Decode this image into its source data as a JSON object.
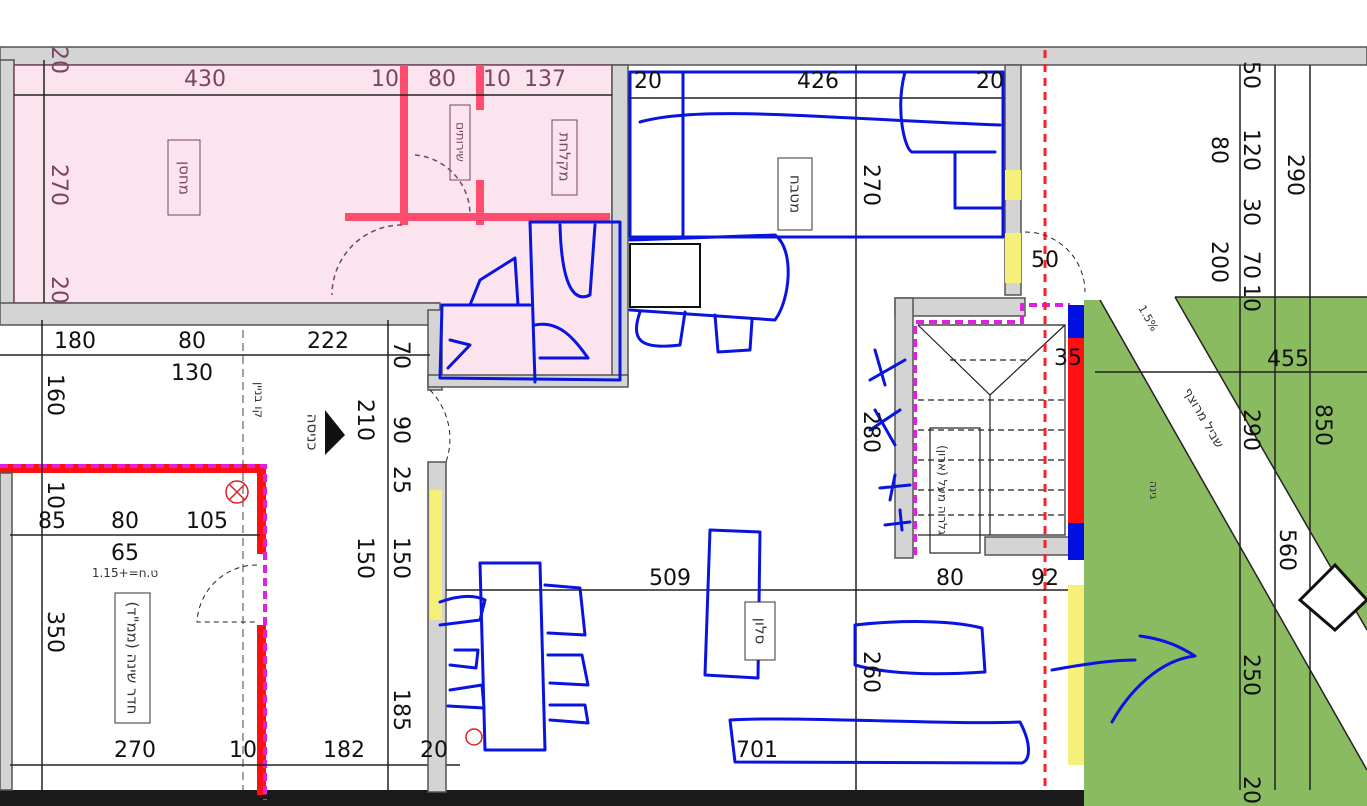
{
  "colors": {
    "pink_room": "#fce4ee",
    "green_yard": "#8bbb60",
    "red_wall": "#ff1a1a",
    "blue_sketch": "#0a14e0",
    "wall_gray": "#d4d4d4",
    "magenta_dash": "#e020e0",
    "yellow_window": "#f5f07a"
  },
  "rooms": {
    "room_top_left": "מחסן",
    "toilet": "שירותים",
    "shower": "מקלחת",
    "kitchen": "מטבח",
    "living": "סלון",
    "entrance": "כניסה",
    "bedroom": "חדר שינה (ממ\"ד)",
    "bedroom_level": "ט.ח=+1.15",
    "gallery": "גלריה מעל (ארון)",
    "yard": "גינה",
    "path": "שביל מרוצף",
    "slope": "1.5%",
    "dashed_note": "קו בניין"
  },
  "dimensions": {
    "top": [
      "430",
      "10",
      "80",
      "10",
      "137",
      "20",
      "426",
      "20"
    ],
    "left_270": "270",
    "left_20a": "20",
    "left_20b": "20",
    "row2": [
      "180",
      "80",
      "222",
      "130",
      "70"
    ],
    "left_160": "160",
    "mid_col": [
      "210",
      "90",
      "25",
      "150",
      "150",
      "185"
    ],
    "bed_row": [
      "10",
      "85",
      "80",
      "105",
      "65"
    ],
    "bed_350": "350",
    "bottom": [
      "270",
      "10",
      "182",
      "20",
      "701"
    ],
    "kitchen_270": "270",
    "stairs": [
      "50",
      "35",
      "280",
      "80",
      "92"
    ],
    "living_509": "509",
    "living_260": "260",
    "right_col": [
      "50",
      "80",
      "120",
      "290",
      "30",
      "70",
      "200",
      "10",
      "455",
      "290",
      "850",
      "560",
      "250",
      "20"
    ]
  }
}
